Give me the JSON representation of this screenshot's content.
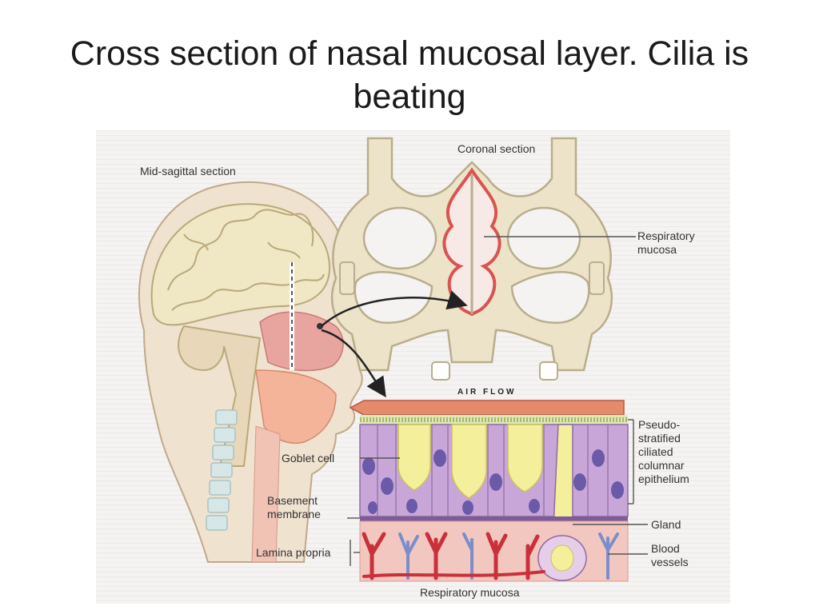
{
  "slide": {
    "title": "Cross section of nasal mucosal layer. Cilia is beating"
  },
  "diagram": {
    "labels": {
      "mid_sagittal": "Mid-sagittal section",
      "coronal": "Coronal section",
      "respiratory_mucosa_1": "Respiratory",
      "respiratory_mucosa_2": "mucosa",
      "air_flow": "AIR FLOW",
      "pseudo_1": "Pseudo-",
      "pseudo_2": "stratified",
      "pseudo_3": "ciliated",
      "pseudo_4": "columnar",
      "pseudo_5": "epithelium",
      "goblet_cell": "Goblet cell",
      "basement_1": "Basement",
      "basement_2": "membrane",
      "gland": "Gland",
      "lamina_propria": "Lamina propria",
      "blood_1": "Blood",
      "blood_2": "vessels",
      "bottom_caption": "Respiratory mucosa"
    },
    "colors": {
      "bone": "#ece3c8",
      "bone_outline": "#b9ad8c",
      "mucosa_red": "#d9534f",
      "tissue_pink": "#f2b8b0",
      "epithelium_purple": "#c9a6d8",
      "nucleus": "#6a5aa8",
      "goblet_yellow": "#f4ef9a",
      "vessel_red": "#c9303a",
      "vessel_blue": "#7b8ec9",
      "airflow_bar": "#e58a6a"
    }
  }
}
